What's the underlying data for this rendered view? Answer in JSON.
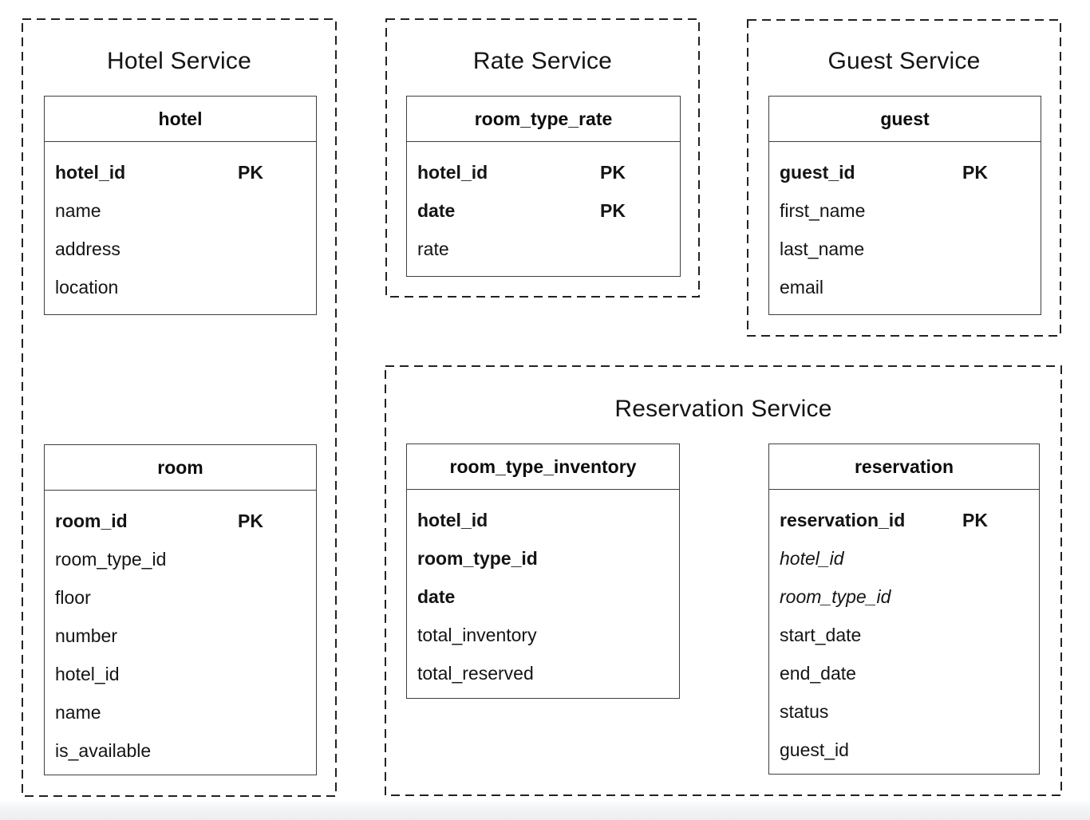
{
  "services": {
    "hotel": {
      "title": "Hotel Service"
    },
    "rate": {
      "title": "Rate Service"
    },
    "guest": {
      "title": "Guest Service"
    },
    "reservation": {
      "title": "Reservation Service"
    }
  },
  "tables": {
    "hotel": {
      "title": "hotel",
      "fields": [
        {
          "name": "hotel_id",
          "key": "PK"
        },
        {
          "name": "name"
        },
        {
          "name": "address"
        },
        {
          "name": "location"
        }
      ]
    },
    "room": {
      "title": "room",
      "fields": [
        {
          "name": "room_id",
          "key": "PK"
        },
        {
          "name": "room_type_id"
        },
        {
          "name": "floor"
        },
        {
          "name": "number"
        },
        {
          "name": "hotel_id"
        },
        {
          "name": "name"
        },
        {
          "name": "is_available"
        }
      ]
    },
    "room_type_rate": {
      "title": "room_type_rate",
      "fields": [
        {
          "name": "hotel_id",
          "key": "PK"
        },
        {
          "name": "date",
          "key": "PK"
        },
        {
          "name": "rate"
        }
      ]
    },
    "guest": {
      "title": "guest",
      "fields": [
        {
          "name": "guest_id",
          "key": "PK"
        },
        {
          "name": "first_name"
        },
        {
          "name": "last_name"
        },
        {
          "name": "email"
        }
      ]
    },
    "room_type_inventory": {
      "title": "room_type_inventory",
      "fields": [
        {
          "name": "hotel_id"
        },
        {
          "name": "room_type_id"
        },
        {
          "name": "date"
        },
        {
          "name": "total_inventory"
        },
        {
          "name": "total_reserved"
        }
      ]
    },
    "reservation": {
      "title": "reservation",
      "fields": [
        {
          "name": "reservation_id",
          "key": "PK"
        },
        {
          "name": "hotel_id"
        },
        {
          "name": "room_type_id"
        },
        {
          "name": "start_date"
        },
        {
          "name": "end_date"
        },
        {
          "name": "status"
        },
        {
          "name": "guest_id"
        }
      ]
    }
  },
  "colors": {
    "boundary_stroke": "#222222",
    "table_border": "#3f3f3f",
    "text": "#111111",
    "background": "#ffffff"
  }
}
